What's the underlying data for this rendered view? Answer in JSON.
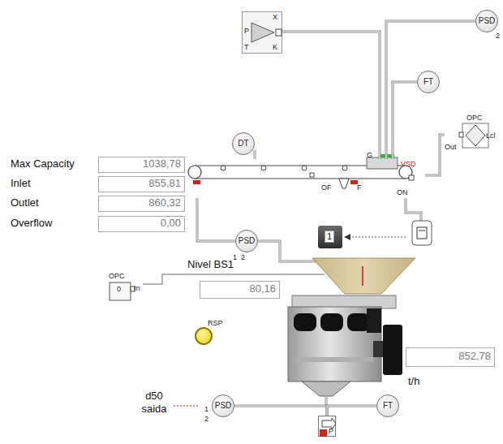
{
  "diagram": {
    "nodes": [
      {
        "text": [
          "Max Capacity",
          "1038,78"
        ]
      },
      {
        "text": [
          "Inlet",
          "855,81"
        ]
      },
      {
        "text": [
          "Outlet",
          "860,32"
        ]
      },
      {
        "text": [
          "Overflow",
          "0,00"
        ]
      },
      {
        "text": [
          "PSD",
          "2"
        ]
      },
      {
        "text": [
          "P",
          "X",
          "T",
          "K"
        ]
      },
      {
        "text": [
          "FT"
        ]
      },
      {
        "text": [
          "DT"
        ]
      },
      {
        "text": [
          "G",
          "VSD",
          "OF",
          "F",
          "ON"
        ]
      },
      {
        "text": [
          "OPC",
          "Out",
          "Lcl"
        ]
      },
      {
        "text": [
          "1"
        ]
      },
      {
        "text": [
          "PSD",
          "1",
          "2"
        ]
      },
      {
        "text": [
          "OPC",
          "0",
          "In"
        ]
      },
      {
        "text": [
          "Nivel BS1",
          "80,16"
        ]
      },
      {
        "text": [
          "RSP"
        ]
      },
      {
        "text": [
          "852,78",
          "t/h"
        ]
      },
      {
        "text": [
          "PSD",
          "1",
          "2"
        ]
      },
      {
        "text": [
          "FT"
        ]
      },
      {
        "text": [
          "P"
        ]
      }
    ],
    "edges": [
      {
        "from": 4,
        "to": 8,
        "arrow": "none"
      },
      {
        "from": 6,
        "to": 8,
        "arrow": "none"
      },
      {
        "from": 5,
        "to": 8,
        "arrow": "none"
      },
      {
        "from": 7,
        "to": 8,
        "arrow": "none"
      },
      {
        "from": 8,
        "to": 9,
        "arrow": "none"
      },
      {
        "from": 8,
        "to": 11,
        "arrow": "none"
      },
      {
        "from": 18,
        "to": 16,
        "arrow": "none"
      },
      {
        "from": 18,
        "to": 17,
        "arrow": "none"
      }
    ],
    "labels": [
      "d50 saida"
    ]
  }
}
